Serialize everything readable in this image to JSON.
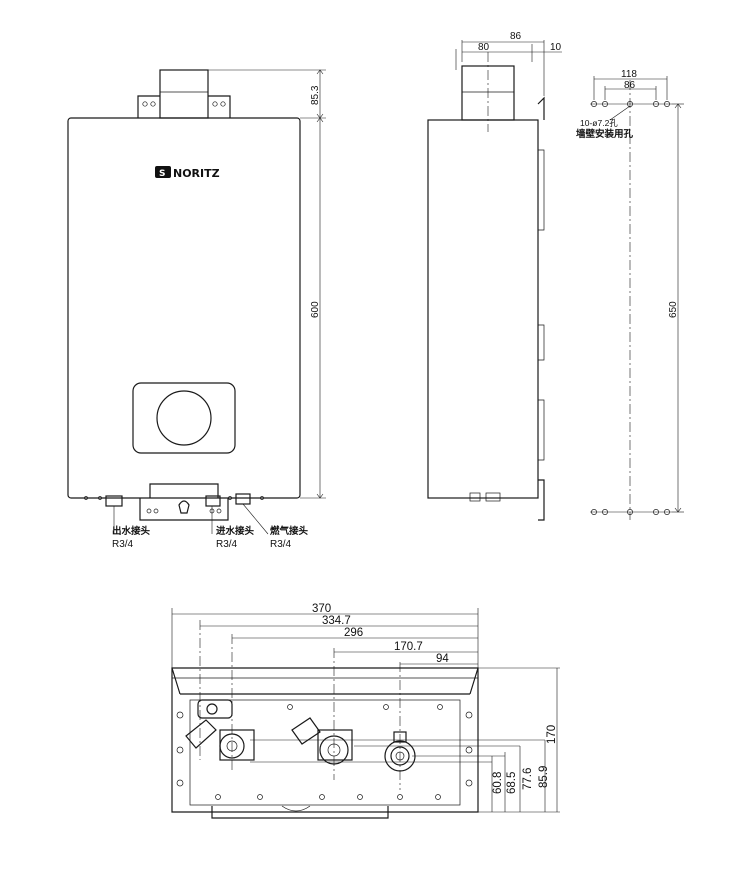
{
  "brand": {
    "mark": "S",
    "name": "NORITZ"
  },
  "front_view": {
    "dims": {
      "height": "600",
      "flue_height": "85.3"
    },
    "labels": [
      {
        "name": "出水接头",
        "thread": "R3/4"
      },
      {
        "name": "进水接头",
        "thread": "R3/4"
      },
      {
        "name": "燃气接头",
        "thread": "R3/4"
      }
    ]
  },
  "side_view": {
    "dims": {
      "top_total": "86",
      "flue": "80",
      "offset": "10"
    }
  },
  "mounting_view": {
    "dims": {
      "outer": "118",
      "inner": "86",
      "height": "650"
    },
    "hole_note": "10-ø7.2孔",
    "hole_caption": "墙壁安装用孔"
  },
  "bottom_view": {
    "horizontal_dims": [
      "370",
      "334.7",
      "296",
      "170.7",
      "94"
    ],
    "vertical_dims": [
      "60.8",
      "68.5",
      "77.6",
      "85.9",
      "170"
    ]
  }
}
